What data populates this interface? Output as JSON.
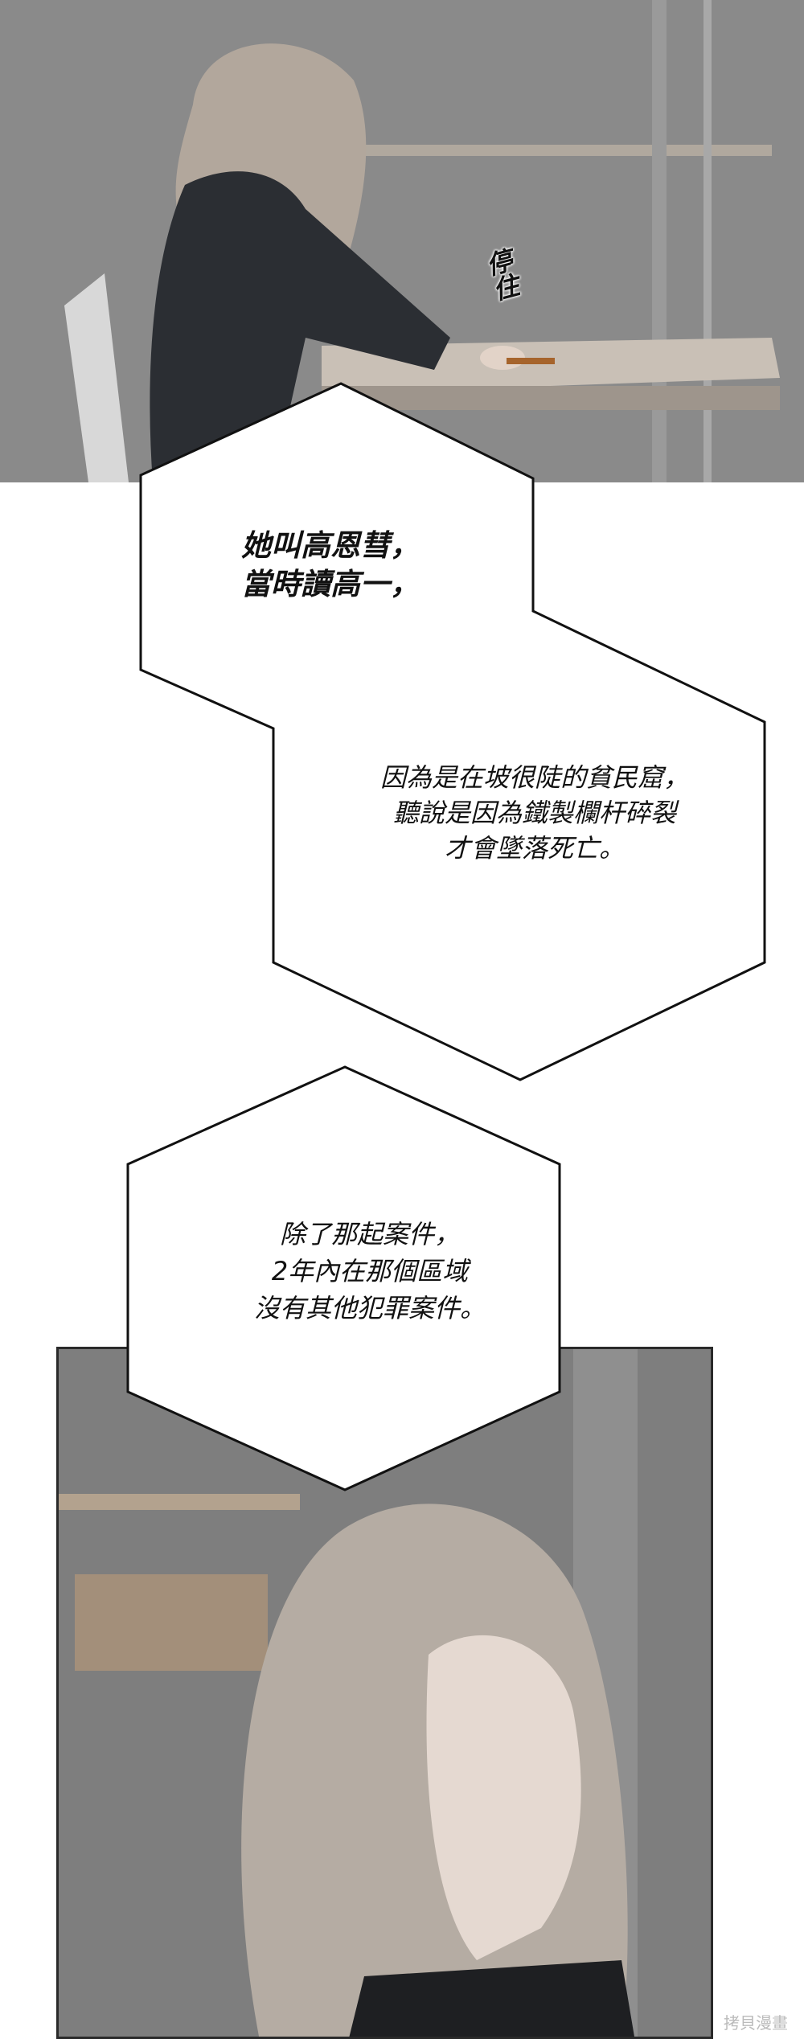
{
  "panel_top": {
    "sfx": "停住"
  },
  "bubbles": [
    {
      "text": "她叫高恩彗，\n當時讀高一，"
    },
    {
      "text": "因為是在坡很陡的貧民窟，\n聽說是因為鐵製欄杆碎裂\n才會墜落死亡。"
    },
    {
      "text": "除了那起案件，\n2年內在那個區域\n沒有其他犯罪案件。"
    }
  ],
  "watermark": "拷貝漫畫"
}
